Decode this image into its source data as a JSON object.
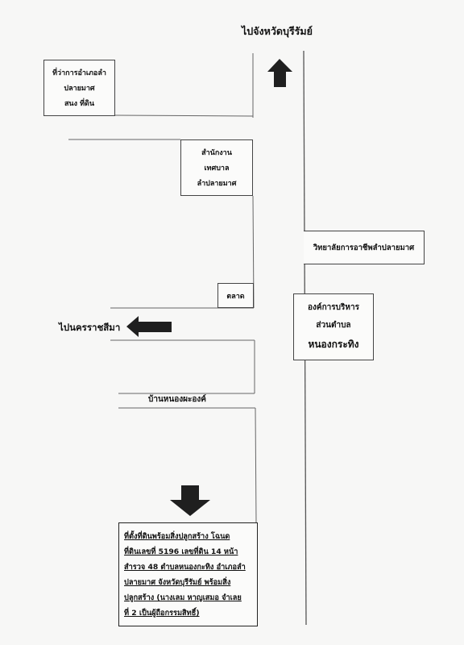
{
  "labels": {
    "to_buriram": "ไปจังหวัดบุรีรัมย์",
    "to_nakhon_ratchasima": "ไปนครราชสีมา",
    "ban_nong_pha_ong": "บ้านหนองผะองค์"
  },
  "boxes": {
    "district_office": [
      "ที่ว่าการอำเภอลำ",
      "ปลายมาศ",
      "สนง ที่ดิน"
    ],
    "municipal_office": [
      "สำนักงาน",
      "เทศบาล",
      "ลำปลายมาศ"
    ],
    "college": [
      "วิทยาลัยการอาชีพลำปลายมาศ"
    ],
    "market": [
      "ตลาด"
    ],
    "sao": [
      "องค์การบริหาร",
      "ส่วนตำบล",
      "หนองกระทิง"
    ]
  },
  "note_lines": [
    "ที่ตั้งที่ดินพร้อมสิ่งปลูกสร้าง โฉนด",
    "ที่ดินเลขที่ 5196 เลขที่ดิน 14 หน้า",
    "สำรวจ 48 ตำบลหนองกะทิง อำเภอลำ",
    "ปลายมาศ จังหวัดบุรีรัมย์ พร้อมสิ่ง",
    "ปลูกสร้าง (นางเลม หาญเสมอ จำเลย",
    "ที่ 2 เป็นผู้ถือกรรมสิทธิ์)"
  ],
  "colors": {
    "line": "#555555",
    "arrow": "#1f1f1f",
    "border": "#444444"
  }
}
